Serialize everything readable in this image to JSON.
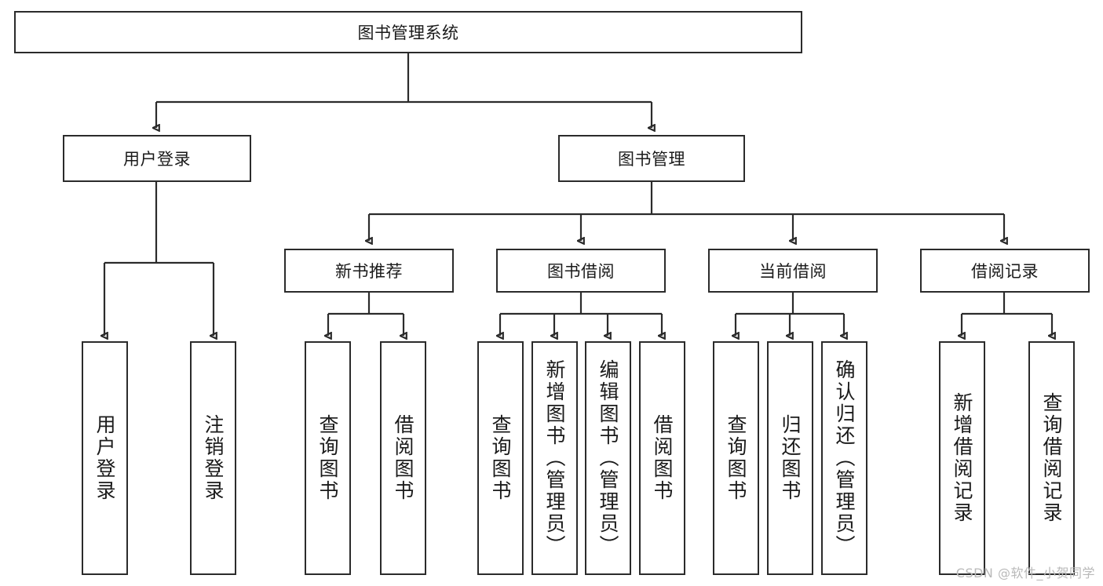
{
  "diagram": {
    "type": "tree",
    "title_text": "图书管理系统",
    "watermark": "CSDN @软件_小贺同学",
    "colors": {
      "stroke": "#2b2b2b",
      "fill": "#ffffff",
      "text": "#1a1a1a",
      "watermark": "#b9b9b9"
    },
    "root": {
      "label": "图书管理系统"
    },
    "level1": [
      {
        "label": "用户登录"
      },
      {
        "label": "图书管理"
      }
    ],
    "level2": [
      {
        "label": "新书推荐"
      },
      {
        "label": "图书借阅"
      },
      {
        "label": "当前借阅"
      },
      {
        "label": "借阅记录"
      }
    ],
    "leaves": {
      "user_login": [
        {
          "label": "用户登录"
        },
        {
          "label": "注销登录"
        }
      ],
      "new_book": [
        {
          "label": "查询图书"
        },
        {
          "label": "借阅图书"
        }
      ],
      "borrow": [
        {
          "label": "查询图书"
        },
        {
          "label": "新增图书（管理员）"
        },
        {
          "label": "编辑图书（管理员）"
        },
        {
          "label": "借阅图书"
        }
      ],
      "current": [
        {
          "label": "查询图书"
        },
        {
          "label": "归还图书"
        },
        {
          "label": "确认归还（管理员）"
        }
      ],
      "records": [
        {
          "label": "新增借阅记录"
        },
        {
          "label": "查询借阅记录"
        }
      ]
    }
  }
}
